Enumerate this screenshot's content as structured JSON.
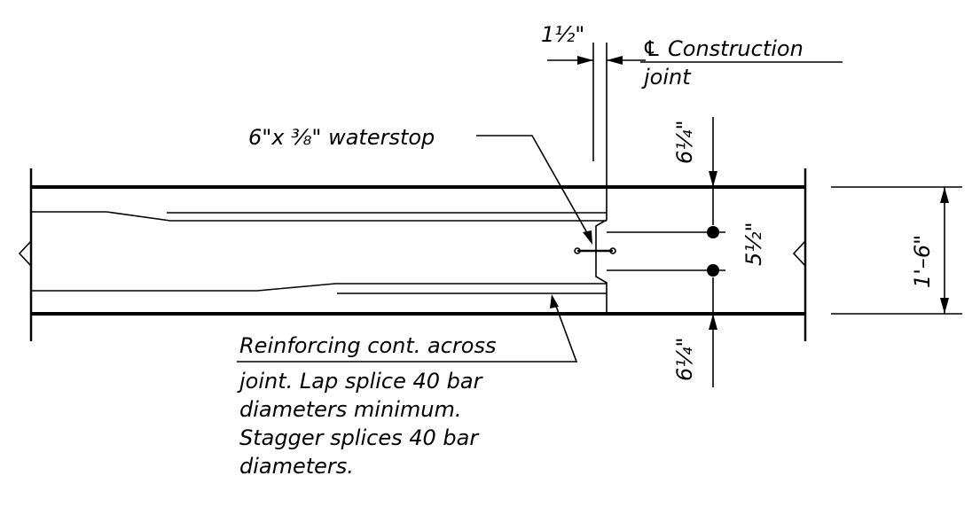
{
  "labels": {
    "centerline_symbol": "℄",
    "construction_joint_line1": "Construction",
    "construction_joint_line2": "joint",
    "dim_joint_gap_whole": "1",
    "dim_joint_gap_frac": "½\"",
    "waterstop_size_prefix": "6\"x ",
    "waterstop_size_frac": "⅜",
    "waterstop_size_suffix": "\" waterstop",
    "dim_top_cover_whole": "6",
    "dim_top_cover_frac": "¼\"",
    "dim_bar_spacing_whole": "5",
    "dim_bar_spacing_frac": "½\"",
    "dim_bottom_cover_whole": "6",
    "dim_bottom_cover_frac": "¼\"",
    "dim_slab_thickness": "1'–6\""
  },
  "note": {
    "lines": [
      "Reinforcing cont. across",
      "joint. Lap splice 40 bar",
      "diameters minimum.",
      "Stagger splices 40 bar",
      "diameters."
    ]
  }
}
